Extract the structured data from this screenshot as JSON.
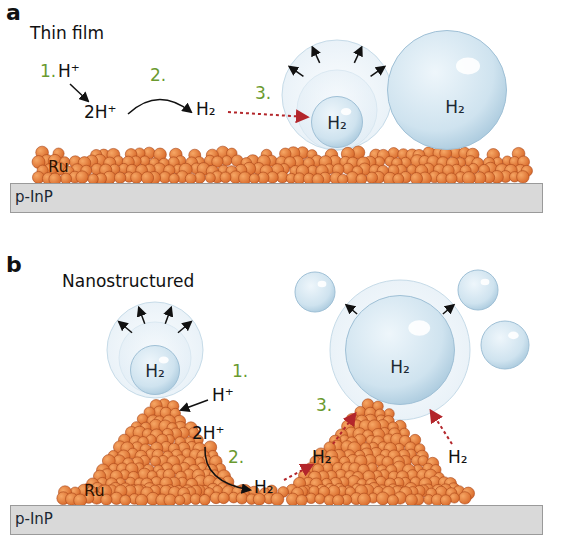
{
  "diagram": {
    "nodes": [
      {
        "text": [
          "H₂"
        ]
      },
      {
        "text": [
          "H₂"
        ]
      },
      {
        "text": [
          "p-InP"
        ]
      },
      {
        "text": [
          "H₂"
        ]
      },
      {
        "text": [
          "H₂"
        ]
      },
      {
        "text": [
          "p-InP"
        ]
      }
    ],
    "labels": [
      "a",
      "Thin film",
      "1.",
      "H⁺",
      "2H⁺",
      "2.",
      "H₂",
      "3.",
      "Ru",
      "b",
      "Nanostructured",
      "1.",
      "H⁺",
      "2H⁺",
      "2.",
      "H₂",
      "3.",
      "H₂",
      "H₂",
      "Ru"
    ]
  }
}
